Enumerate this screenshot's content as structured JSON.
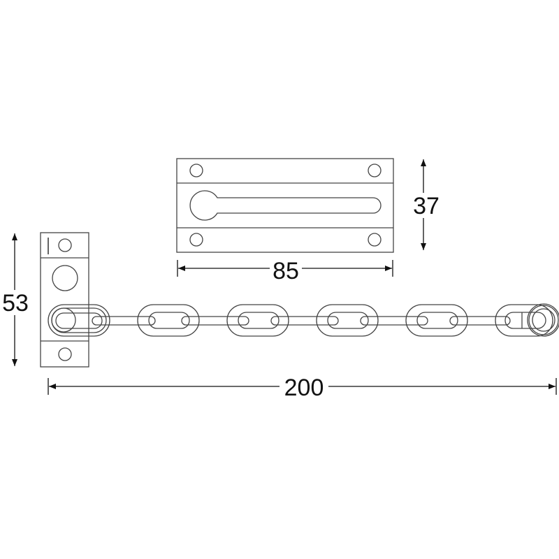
{
  "dimensions": {
    "plate_height": "37",
    "plate_width": "85",
    "wall_plate_height": "53",
    "total_length": "200"
  },
  "colors": {
    "line": "#444444",
    "dimension": "#111111"
  }
}
